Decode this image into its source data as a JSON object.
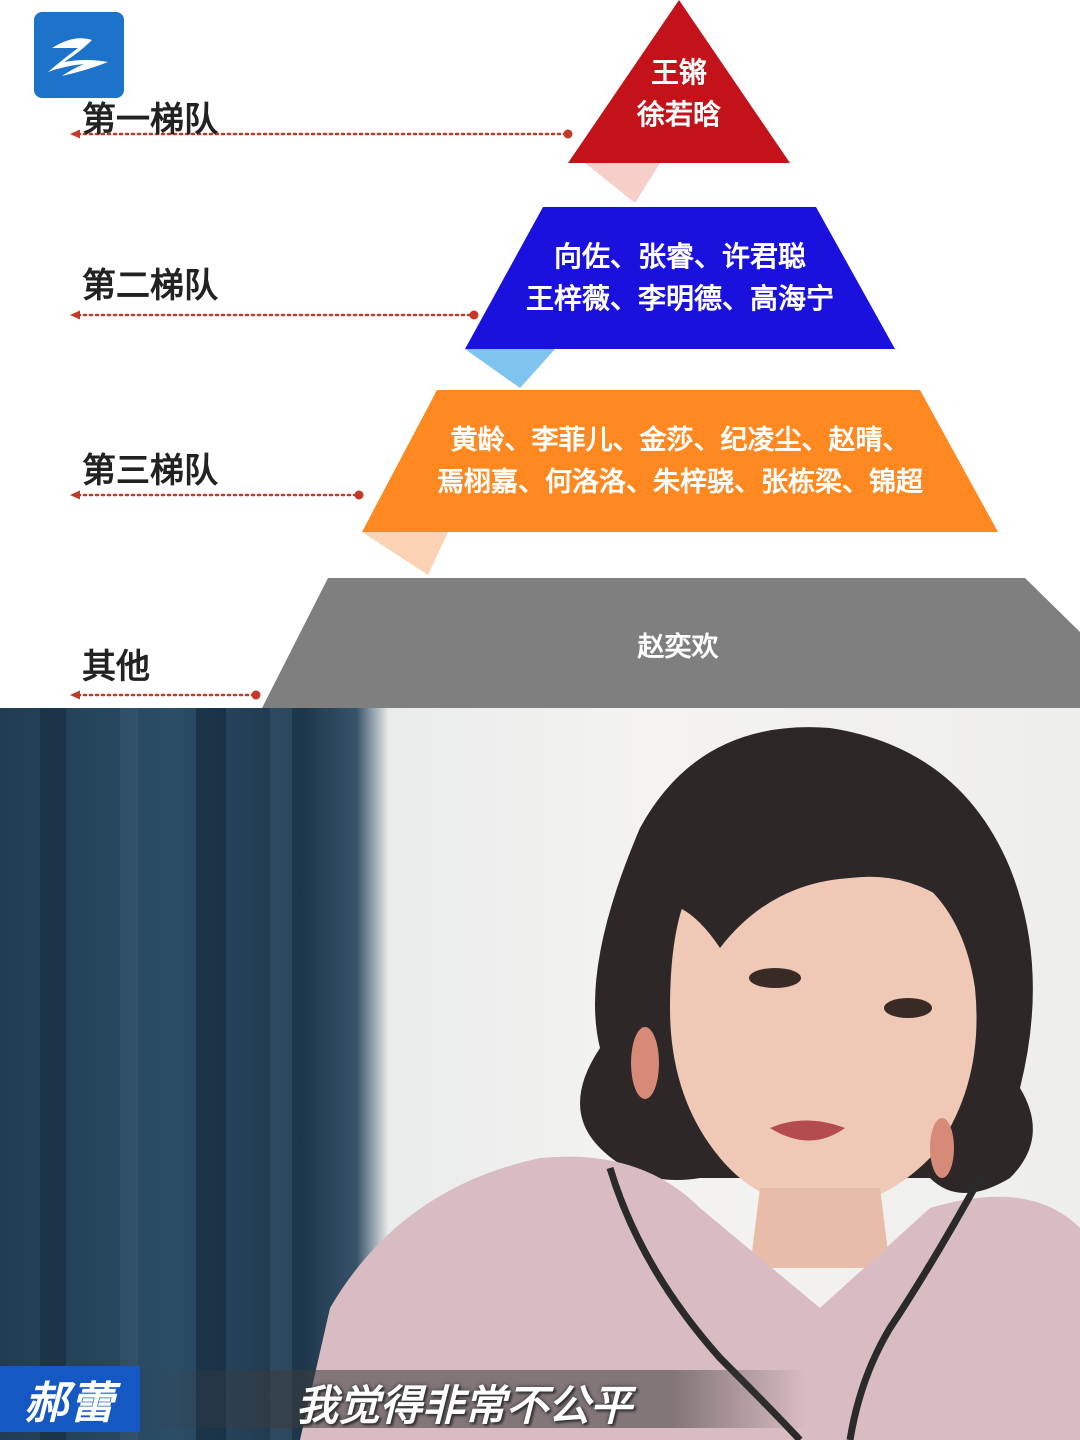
{
  "tiers": [
    {
      "label": "第一梯队",
      "names": [
        "王锵",
        "徐若晗"
      ],
      "color": "#c4121a",
      "shadow_color": "#f6cfc9"
    },
    {
      "label": "第二梯队",
      "names": [
        "向佐、张睿、许君聪",
        "王梓薇、李明德、高海宁"
      ],
      "color": "#1a11de",
      "shadow_color": "#7fc3ef"
    },
    {
      "label": "第三梯队",
      "names": [
        "黄龄、李菲儿、金莎、纪凌尘、赵晴、",
        "焉栩嘉、何洛洛、朱梓骁、张栋梁、锦超"
      ],
      "color": "#ff8820",
      "shadow_color": "#fbd3b4"
    },
    {
      "label": "其他",
      "names": [
        "赵奕欢"
      ],
      "color": "#7f7f7f",
      "shadow_color": "#bfbfbf"
    }
  ],
  "connector_color": "#c43a2a",
  "logo": {
    "name": "zhejiang-tv-logo",
    "color": "#1c73c9"
  },
  "lower_third": {
    "name": "郝蕾",
    "quote": "我觉得非常不公平",
    "name_box_color": "#1558c4"
  }
}
